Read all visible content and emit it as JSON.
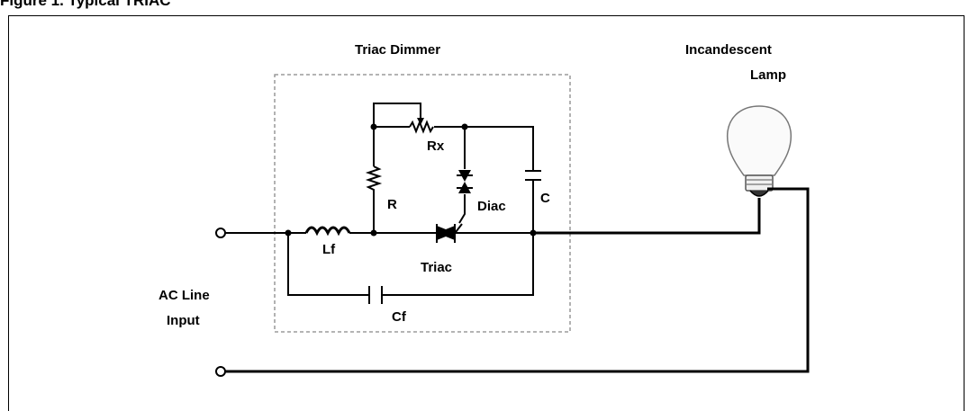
{
  "figure": {
    "title": "Figure 1. Typical TRIAC"
  },
  "labels": {
    "dimmer_title": "Triac Dimmer",
    "lamp_line1": "Incandescent",
    "lamp_line2": "Lamp",
    "rx": "Rx",
    "r": "R",
    "diac": "Diac",
    "c": "C",
    "lf": "Lf",
    "triac": "Triac",
    "cf": "Cf",
    "input_line1": "AC Line",
    "input_line2": "Input"
  }
}
